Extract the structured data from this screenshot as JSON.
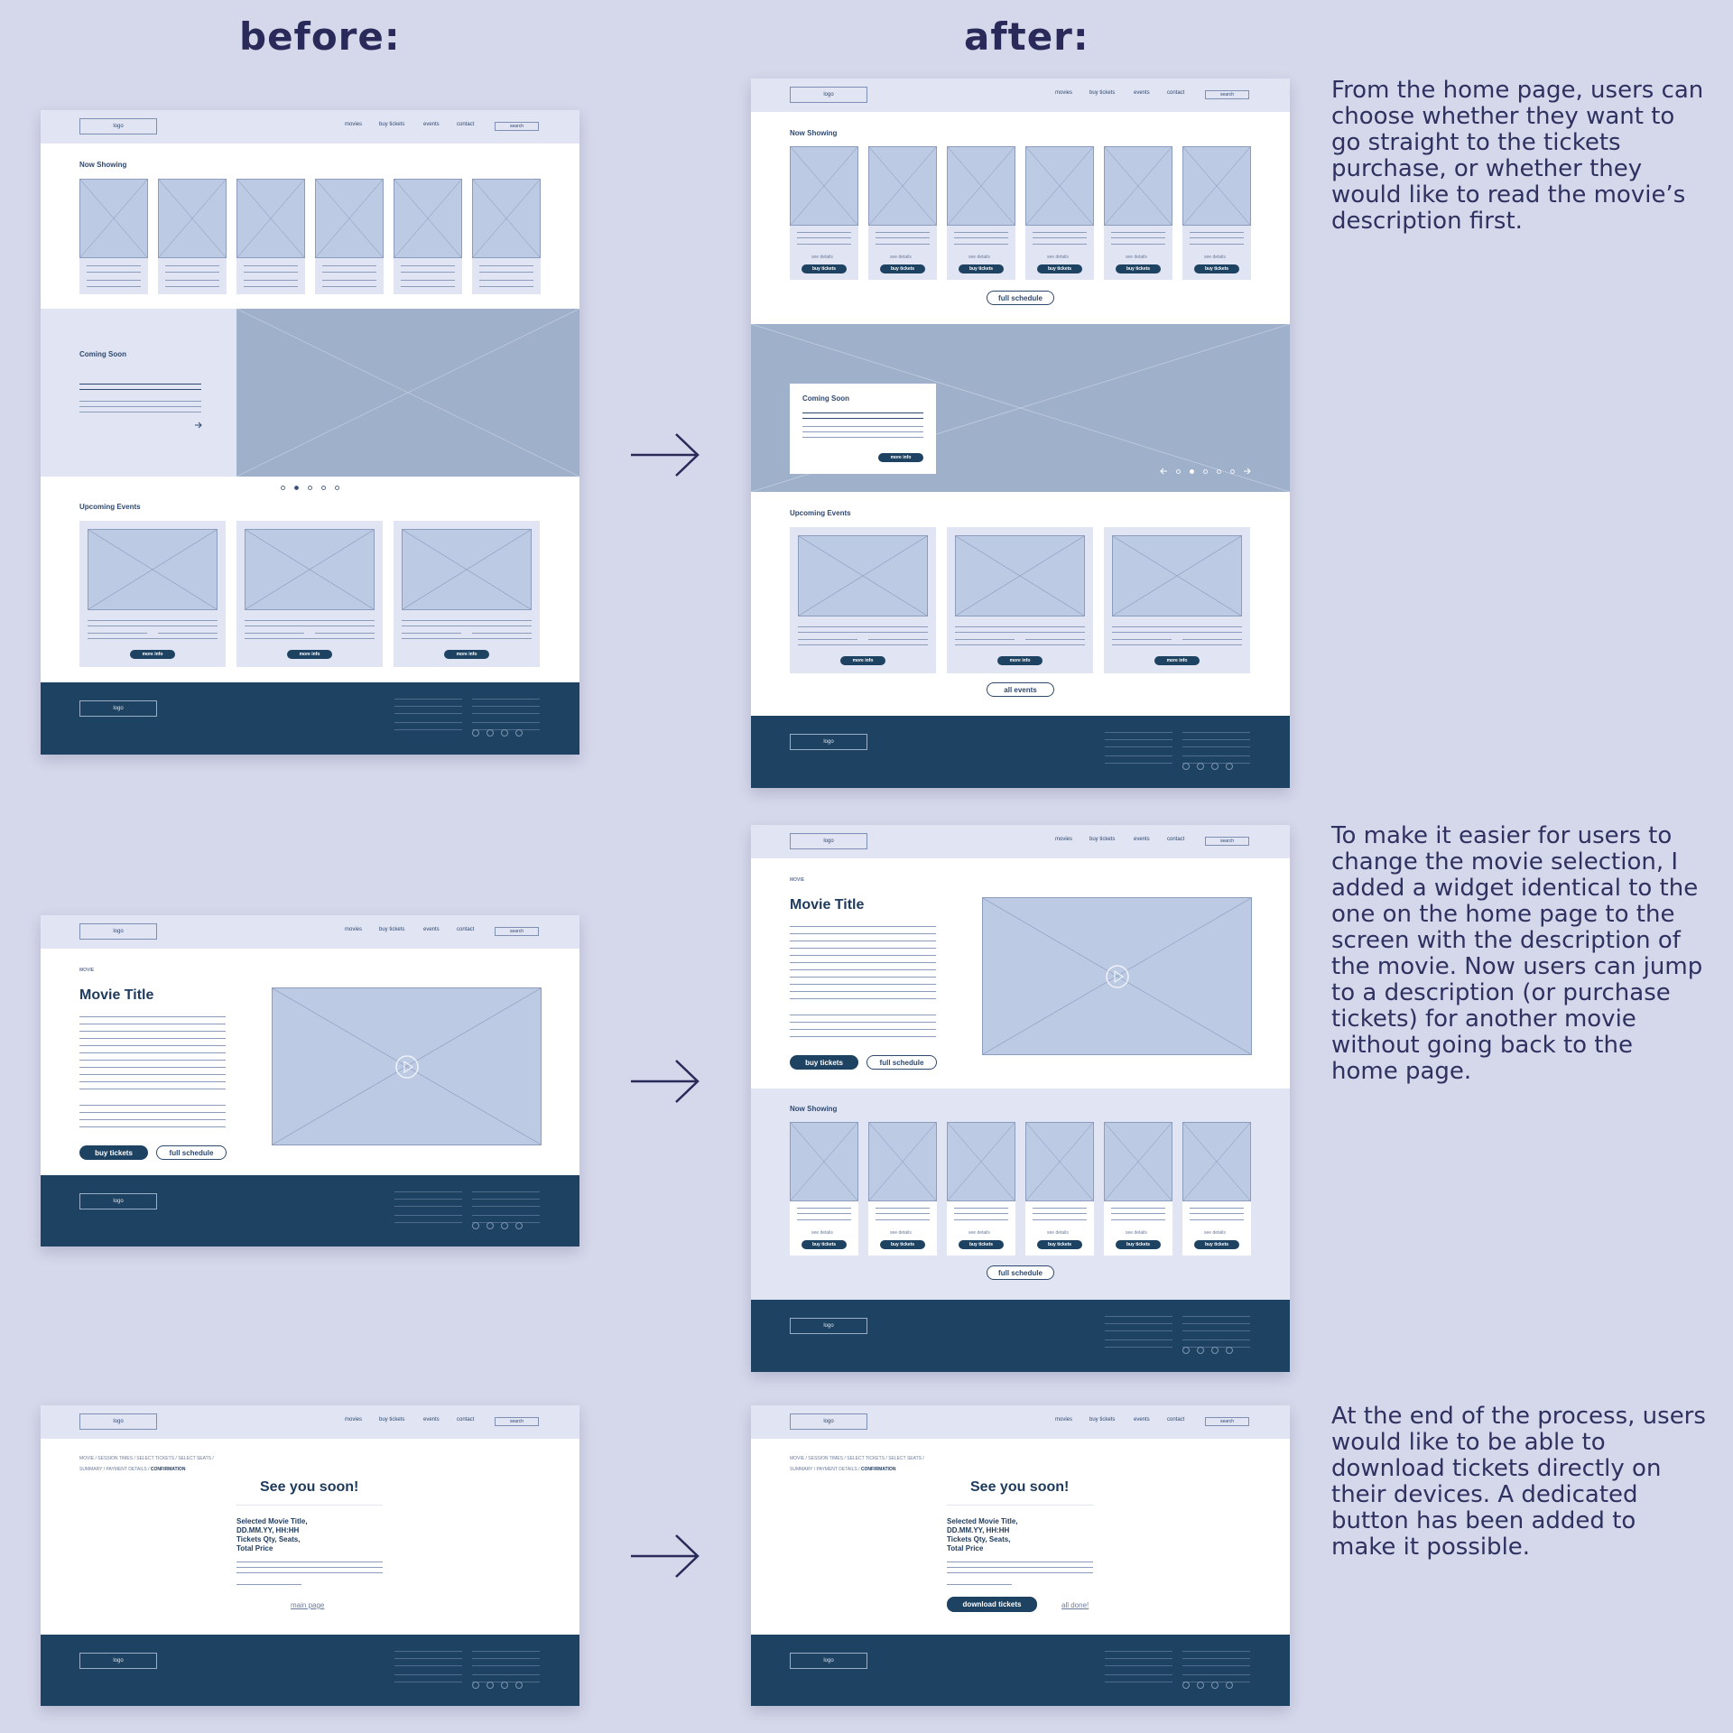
{
  "headings": {
    "before": "before:",
    "after": "after:"
  },
  "captions": [
    "From the home page, users can choose whether they want to go straight to the tickets purchase, or whether they would like to read the movie’s description first.",
    "To make it easier for users to change the movie selection, I added a widget identical to the one on the home page to the screen with the description of the movie. Now users can jump to a description (or purchase tickets) for another movie without going back to the home page.",
    "At the end of the process, users would like to be able to download tickets directly on their devices. A dedicated button has been added to make it possible."
  ],
  "wire": {
    "logo": "logo",
    "nav": [
      "movies",
      "buy tickets",
      "events",
      "contact"
    ],
    "search": "search",
    "now_showing": "Now Showing",
    "coming_soon": "Coming Soon",
    "upcoming_events": "Upcoming Events",
    "see_details": "see details",
    "buy_tickets": "buy tickets",
    "more_info": "more info",
    "full_schedule": "full schedule",
    "all_events": "all events",
    "movie_label": "MOVIE",
    "movie_title": "Movie Title",
    "crumb_line1": "MOVIE / SESSION TIMES / SELECT TICKETS / SELECT SEATS /",
    "crumb_line2": "SUMMARY / PAYMENT DETAILS /",
    "crumb_current": "CONFIRMATION",
    "see_you": "See you soon!",
    "summary_lines": [
      "Selected Movie Title,",
      "DD.MM.YY, HH:HH",
      "Tickets Qty, Seats,",
      "Total Price"
    ],
    "main_page": "main page",
    "download_tickets": "download tickets",
    "all_done": "all done!"
  },
  "colors": {
    "background": "#d5d7ea",
    "footer": "#1e4262",
    "header": "#e1e5f3",
    "placeholder": "#bdcae4",
    "banner": "#9eb0ca"
  }
}
